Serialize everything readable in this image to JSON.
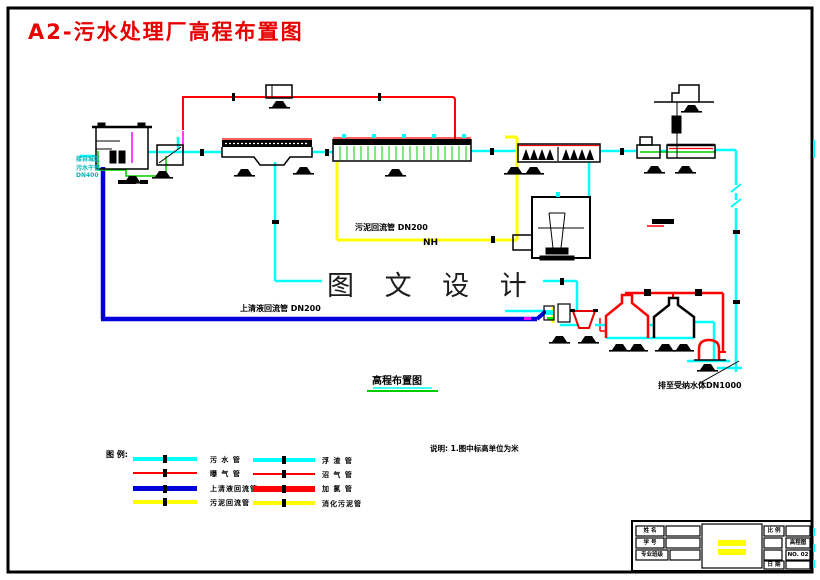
{
  "title": "A2-污水处理厂高程布置图",
  "watermark": "图 文 设 计",
  "colors": {
    "title_red": "#e60000",
    "sewage_cyan": "#00ffff",
    "air_red": "#ff0000",
    "supernatant_blue": "#0000dd",
    "sludge_yellow": "#ffff00",
    "chlorine_green": "#00cc00",
    "marker_magenta": "#ff00ff",
    "ink_black": "#000000"
  },
  "diagram": {
    "caption": "高程布置图",
    "note": "说明: 1.图中标高单位为米",
    "labels": {
      "sludge_return": "污泥回流管 DN200",
      "nh": "NH",
      "supernatant_return": "上清液回流管 DN200",
      "outfall": "排至受纳水体DN1000",
      "inlet_line1": "接自城区",
      "inlet_line2": "污水干管",
      "inlet_line3": "DN400"
    }
  },
  "legend": {
    "title": "图 例:",
    "left": [
      {
        "label": "污 水 管",
        "color": "#00ffff"
      },
      {
        "label": "曝 气 管",
        "color": "#ff0000"
      },
      {
        "label": "上清液回流管",
        "color": "#0000dd"
      },
      {
        "label": "污泥回流管",
        "color": "#ffff00"
      }
    ],
    "right": [
      {
        "label": "浮 渣 管",
        "color": "#00ffff"
      },
      {
        "label": "沼 气 管",
        "color": "#ff0000"
      },
      {
        "label": "加 氯 管",
        "color": "#ff0000"
      },
      {
        "label": "消化污泥管",
        "color": "#ffff00"
      }
    ]
  },
  "title_block": {
    "name_label": "姓 名",
    "id_label": "学 号",
    "class_label": "专业班级",
    "scale_label": "比 例",
    "drawing_name": "高程图",
    "sheet_no": "NO. 02",
    "date_label": "日 期"
  }
}
